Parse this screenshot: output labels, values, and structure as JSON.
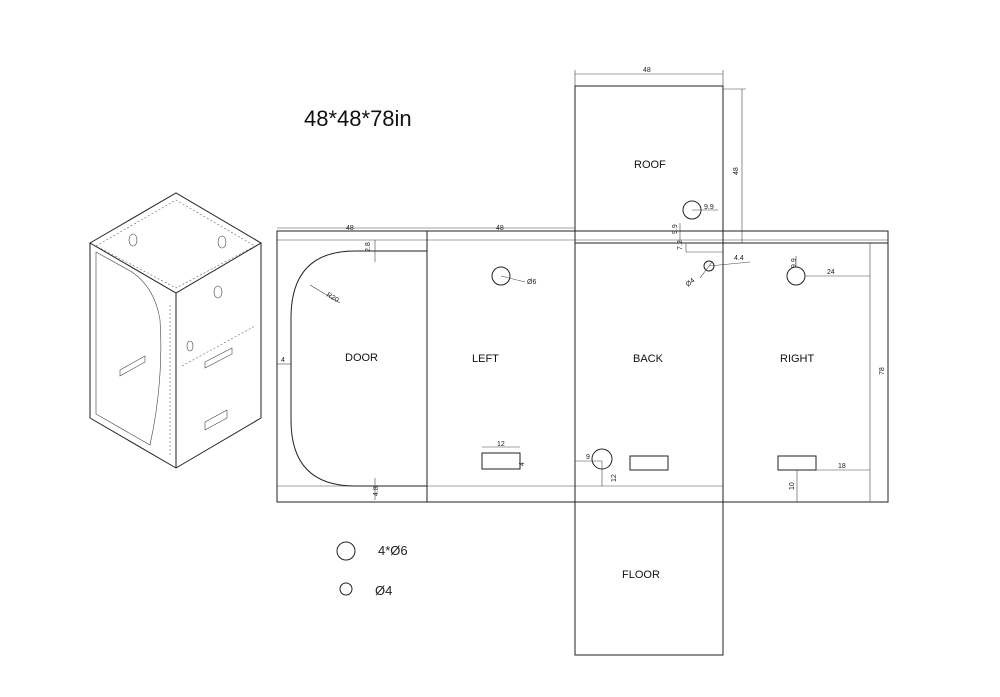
{
  "title": "48*48*78in",
  "panels": {
    "roof": "ROOF",
    "door": "DOOR",
    "left": "LEFT",
    "back": "BACK",
    "right": "RIGHT",
    "floor": "FLOOR"
  },
  "dimensions": {
    "roof_width": "48",
    "roof_height": "48",
    "door_width": "48",
    "left_width": "48",
    "panel_height": "78",
    "door_top_gap": "2.8",
    "door_side_gap": "4",
    "door_bottom_gap": "4.8",
    "door_radius": "R20",
    "left_hole": "Ø6",
    "roof_hole_x": "9.9",
    "roof_hole_y": "9.9",
    "roof_offset": "7.2",
    "back_small_hole": "Ø4",
    "back_small_offset": "4.4",
    "right_hole_y": "9.9",
    "right_hole_x": "24",
    "left_vent_w": "12",
    "left_vent_h": "4",
    "back_hole_x": "9",
    "back_hole_y": "12",
    "right_vent_x": "18",
    "right_vent_y": "10"
  },
  "legend": [
    {
      "symbol": "large-circle",
      "text": "4*Ø6"
    },
    {
      "symbol": "small-circle",
      "text": "Ø4"
    }
  ]
}
